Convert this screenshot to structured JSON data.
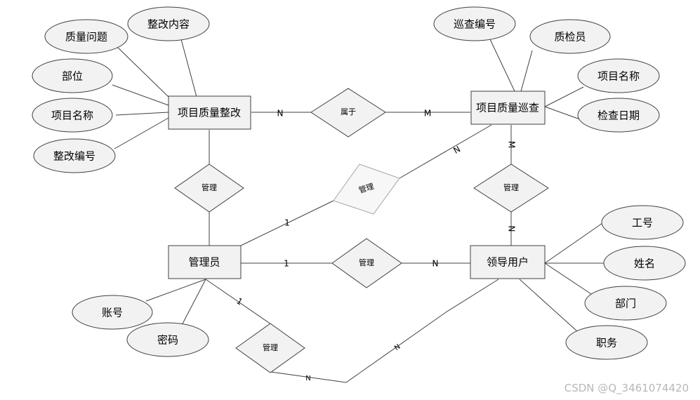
{
  "entities": {
    "rectification": "项目质量整改",
    "inspection": "项目质量巡查",
    "admin": "管理员",
    "leader": "领导用户"
  },
  "attributes": {
    "rect_issue": "质量问题",
    "rect_content": "整改内容",
    "rect_location": "部位",
    "rect_project": "项目名称",
    "rect_number": "整改编号",
    "insp_number": "巡查编号",
    "insp_inspector": "质检员",
    "insp_project": "项目名称",
    "insp_date": "检查日期",
    "leader_id": "工号",
    "leader_name": "姓名",
    "leader_dept": "部门",
    "leader_position": "职务",
    "admin_account": "账号",
    "admin_password": "密码"
  },
  "relations": {
    "belongs": "属于",
    "manage_rect": "管理",
    "manage_insp_admin": "管理",
    "manage_insp_leader": "管理",
    "manage_admin_leader": "管理",
    "manage_bottom": "管理"
  },
  "cardinalities": {
    "belongs_left": "N",
    "belongs_right": "M",
    "insp_admin_n": "N",
    "insp_admin_1": "1",
    "insp_leader_m": "M",
    "insp_leader_n": "N",
    "admin_leader_1": "1",
    "admin_leader_n": "N",
    "bottom_1": "1",
    "bottom_n_left": "N",
    "bottom_n_right": "N"
  },
  "watermark": "CSDN @Q_3461074420"
}
